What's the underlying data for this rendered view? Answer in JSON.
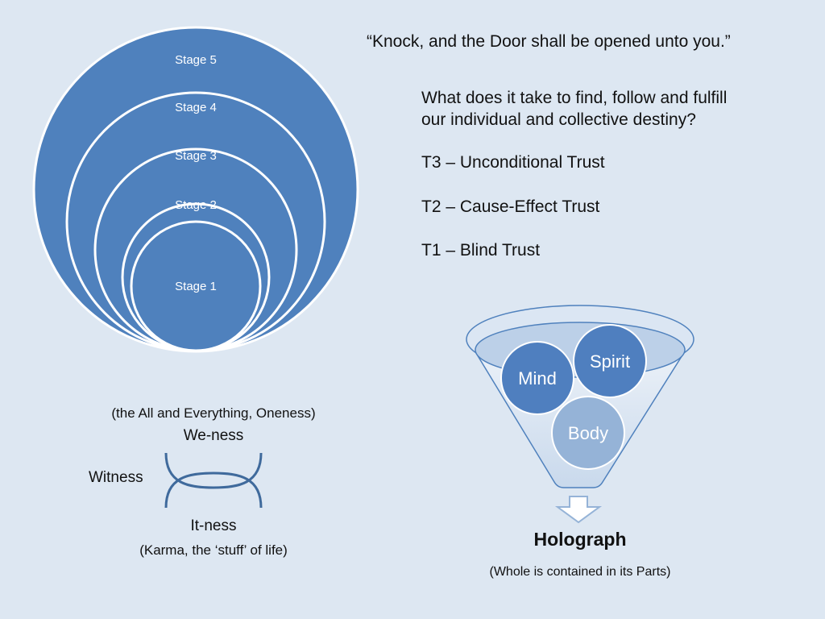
{
  "stages": [
    "Stage 5",
    "Stage 4",
    "Stage 3",
    "Stage 2",
    "Stage 1"
  ],
  "quote": "“Knock, and the Door shall be opened unto you.”",
  "question_line1": "What does it take to find, follow and fulfill",
  "question_line2": "our individual and collective destiny?",
  "trust_levels": [
    "T3 – Unconditional Trust",
    "T2 – Cause-Effect Trust",
    "T1 – Blind Trust"
  ],
  "oneness_caption": "(the All and Everything, Oneness)",
  "weness": "We-ness",
  "witness": "Witness",
  "itness": "It-ness",
  "karma_caption": "(Karma, the ‘stuff’ of life)",
  "funnel_circles": [
    "Spirit",
    "Mind",
    "Body"
  ],
  "holograph_title": "Holograph",
  "holograph_caption": "(Whole is contained in its Parts)",
  "colors": {
    "background": "#dde7f2",
    "stage_fill": "#4f81bd",
    "circle_dark": "#4f7fbf",
    "circle_light": "#95b3d7",
    "funnel_fill": "#d4e1f0",
    "funnel_stroke": "#4f81bd",
    "crossing_lines": "#3f6a9c"
  }
}
